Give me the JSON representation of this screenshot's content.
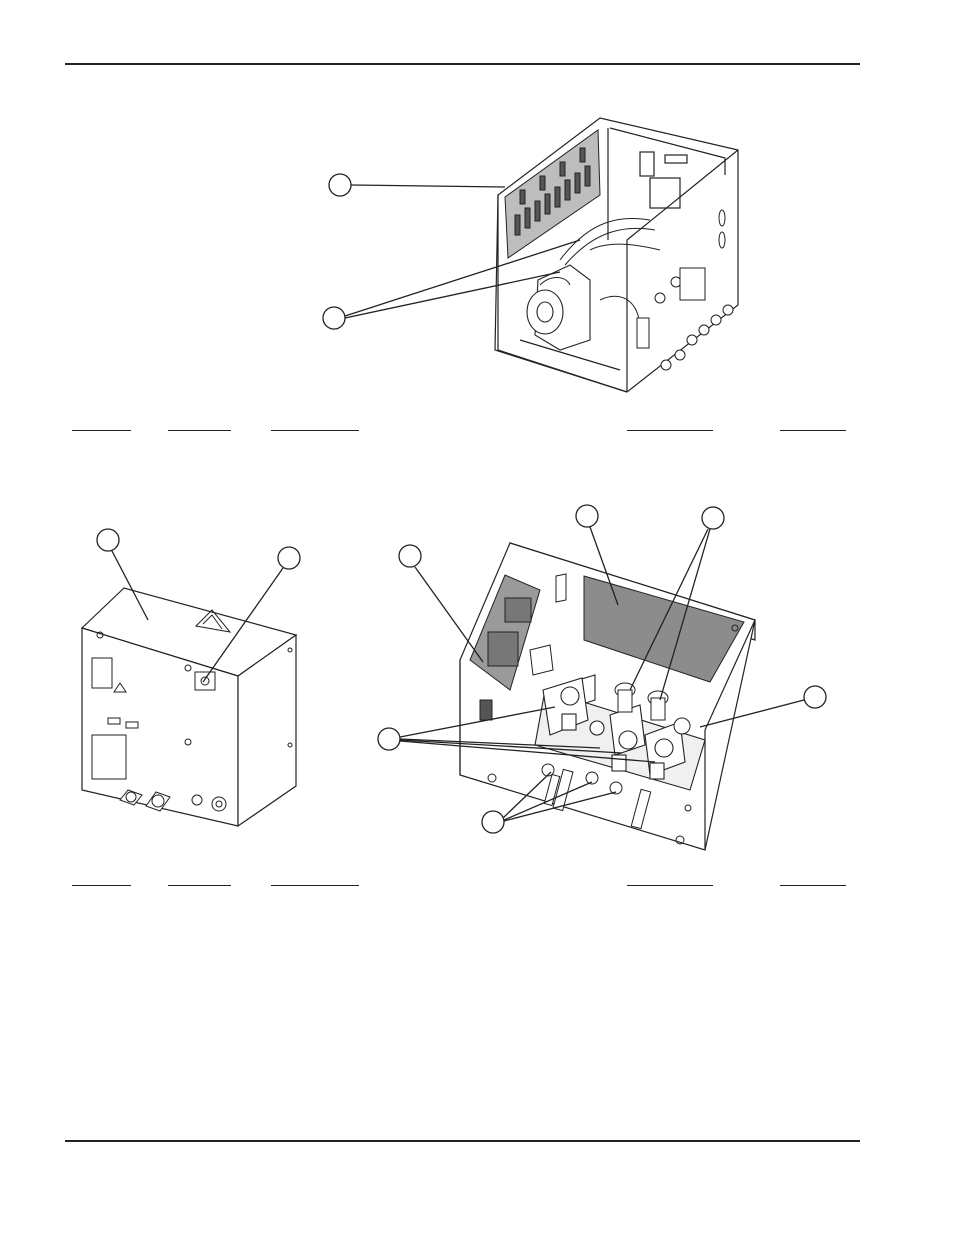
{
  "page": {
    "header_rule": true,
    "footer_rule": true
  },
  "figures": [
    {
      "id": "control-module-interior-top",
      "callouts": 2
    },
    {
      "id": "enclosure-exterior-rear",
      "callouts": 2
    },
    {
      "id": "gas-valve-module-interior",
      "callouts": 5
    }
  ],
  "colors": {
    "line": "#222222",
    "board": "#8c8c8c",
    "panel_shade": "#eeeeee"
  }
}
